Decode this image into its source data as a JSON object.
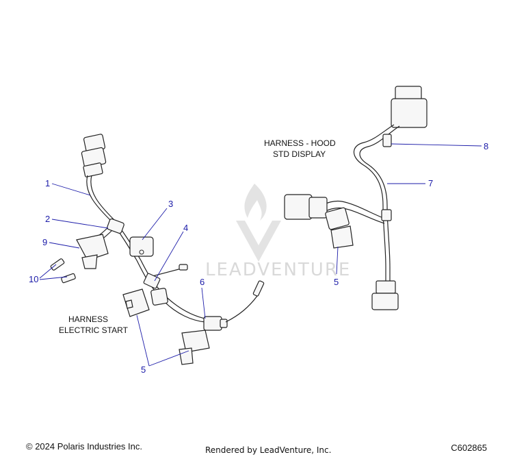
{
  "labels": {
    "harness_electric_start": [
      "HARNESS",
      "ELECTRIC START"
    ],
    "harness_hood": [
      "HARNESS - HOOD",
      "STD DISPLAY"
    ]
  },
  "callouts": [
    "1",
    "2",
    "3",
    "4",
    "5",
    "6",
    "7",
    "8",
    "9",
    "10",
    "5"
  ],
  "watermark": "LEADVENTURE",
  "footer": {
    "copyright": "© 2024 Polaris Industries Inc.",
    "rendered_by": "Rendered by LeadVenture, Inc.",
    "part_code": "C602865"
  },
  "colors": {
    "callout": "#1a1aa8",
    "watermark": "#d9d9d9"
  }
}
